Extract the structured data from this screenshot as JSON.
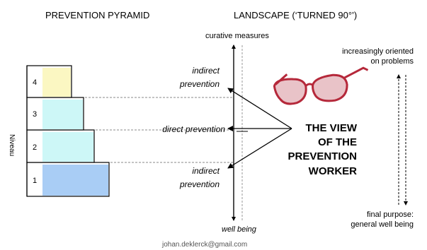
{
  "titles": {
    "pyramid": "PREVENTION PYRAMID",
    "landscape": "LANDSCAPE (‘TURNED 90°’)"
  },
  "pyramid": {
    "axis_label": "Niveau",
    "levels": [
      {
        "number": "1",
        "color": "#a9cdf5"
      },
      {
        "number": "2",
        "color": "#cdf7f7"
      },
      {
        "number": "3",
        "color": "#cdf7f7"
      },
      {
        "number": "4",
        "color": "#fbf7c2"
      }
    ]
  },
  "landscape": {
    "top_label": "curative measures",
    "bottom_label": "well being",
    "indirect_top": [
      "indirect",
      "prevention"
    ],
    "direct": "direct prevention",
    "indirect_bottom": [
      "indirect",
      "prevention"
    ],
    "view_label": [
      "THE VIEW",
      "OF THE",
      "PREVENTION",
      "WORKER"
    ],
    "glasses_icon": "glasses-icon",
    "glasses_color": "#b5283a"
  },
  "orientation": {
    "top": [
      "increasingly oriented",
      "on problems"
    ],
    "bottom": [
      "final purpose:",
      "general well being"
    ]
  },
  "footer": {
    "email": "johan.deklerck@gmail.com"
  }
}
